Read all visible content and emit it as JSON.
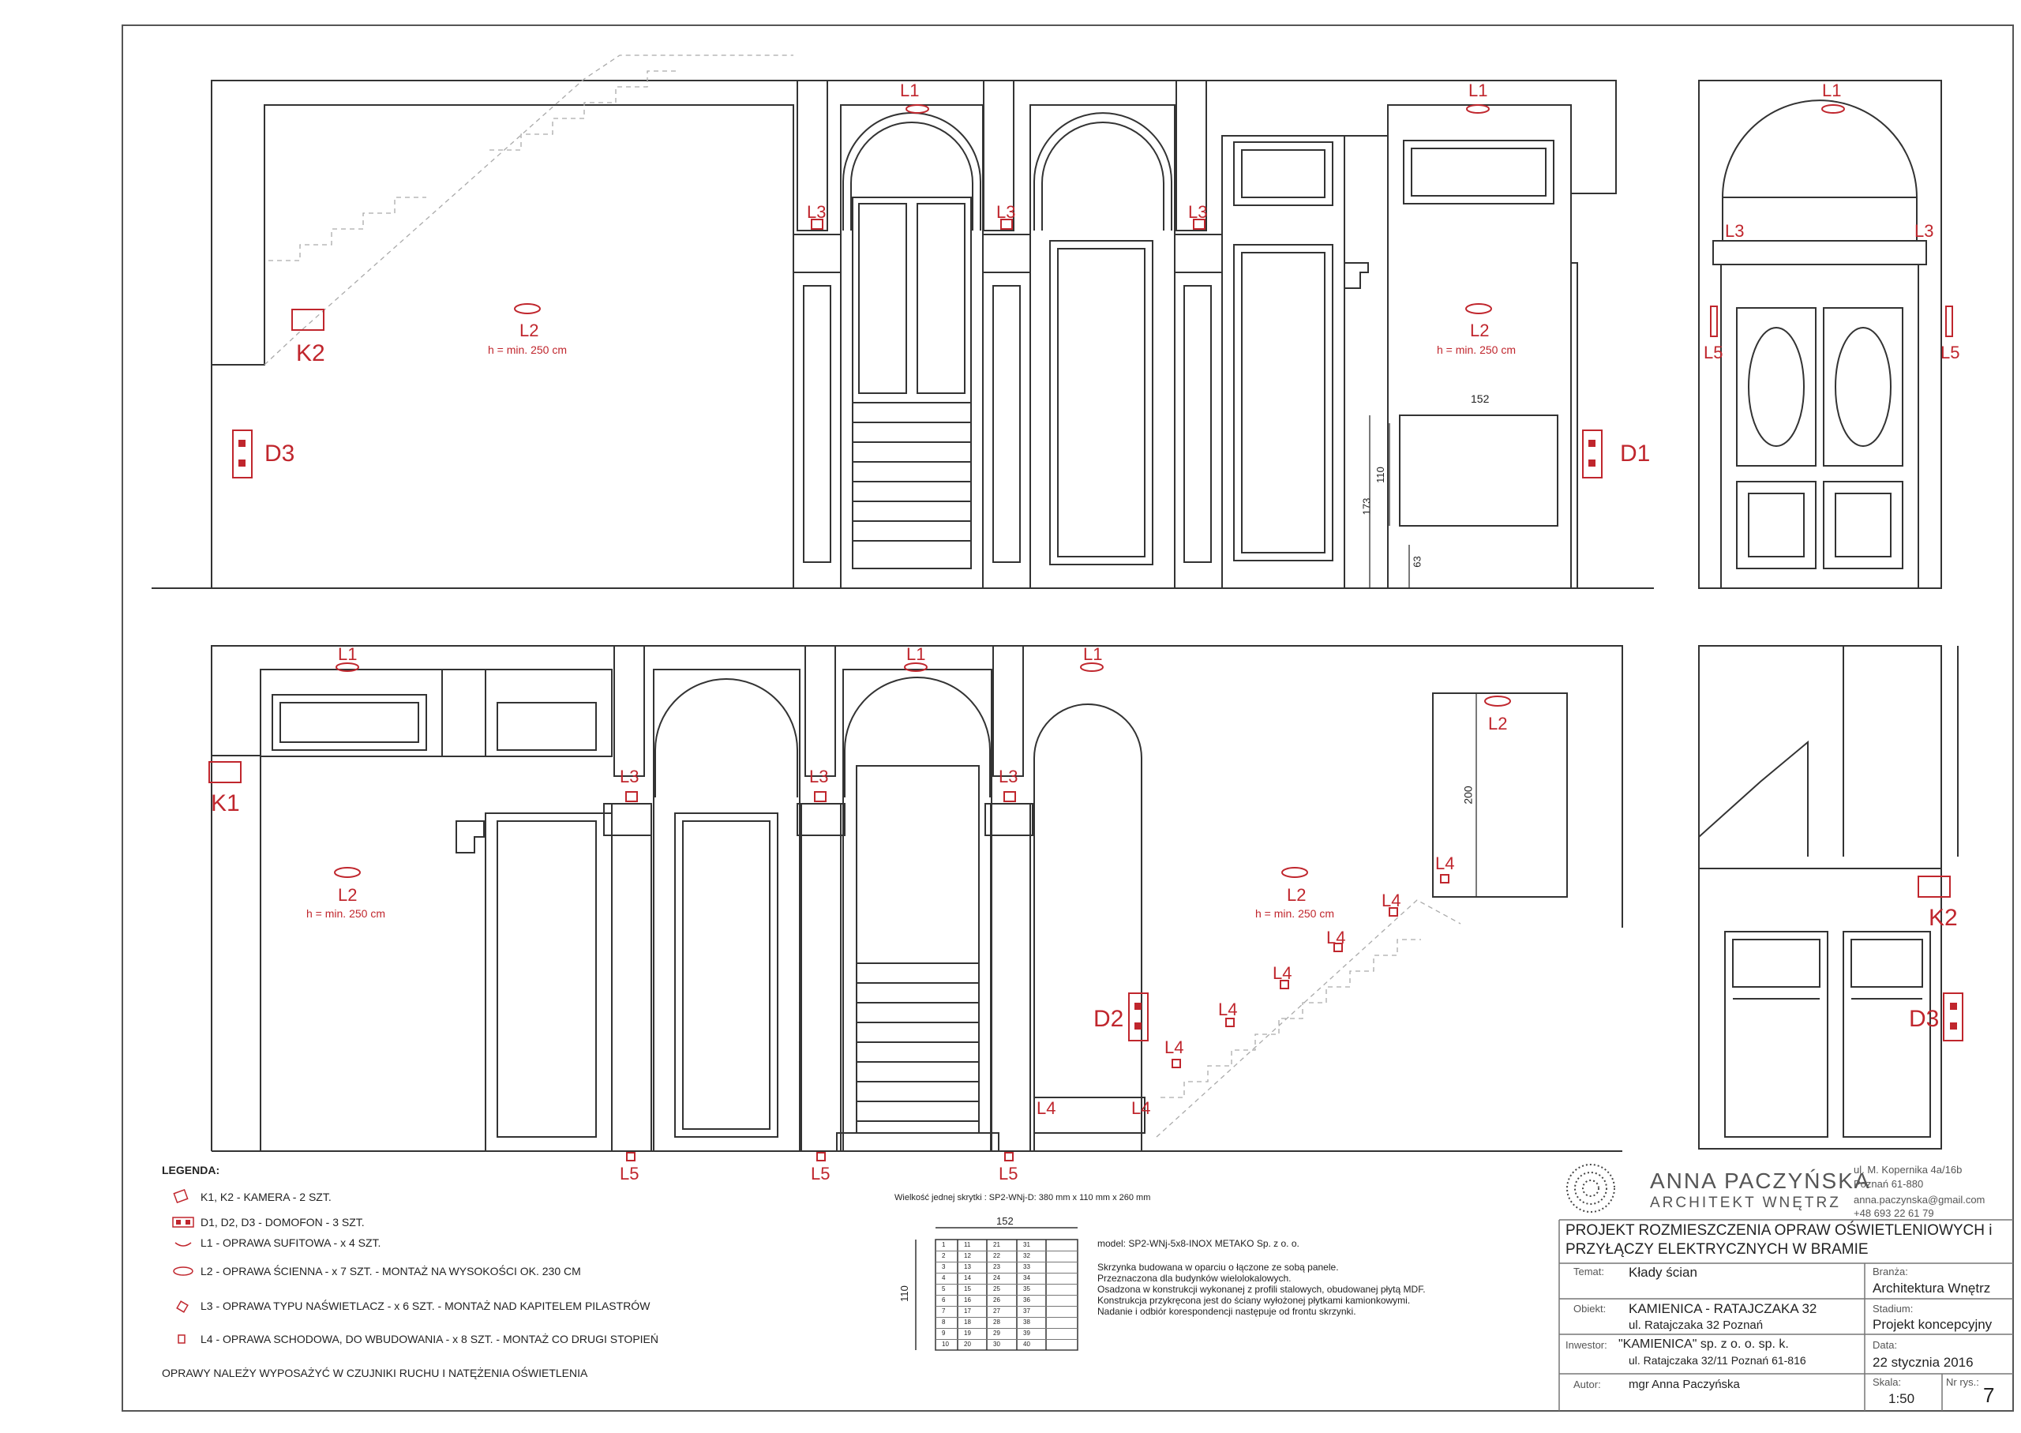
{
  "elevation_labels": {
    "L1": "L1",
    "L2": "L2",
    "L3": "L3",
    "L4": "L4",
    "L5": "L5",
    "K1": "K1",
    "K2": "K2",
    "D1": "D1",
    "D2": "D2",
    "D3": "D3",
    "height_note": "h = min. 250 cm"
  },
  "dimensions": {
    "mailbox_width": "152",
    "mailbox_height": "110",
    "mailbox_elev": "173",
    "mailbox_base": "63",
    "mirror_height": "200"
  },
  "legend": {
    "title": "LEGENDA:",
    "items": [
      "K1, K2 - KAMERA - 2 SZT.",
      "D1, D2, D3 - DOMOFON - 3 SZT.",
      "L1 - OPRAWA SUFITOWA - x 4 SZT.",
      "L2 - OPRAWA ŚCIENNA - x 7 SZT. - MONTAŻ NA WYSOKOŚCI OK. 230 CM",
      "L3 - OPRAWA TYPU NAŚWIETLACZ - x 6 SZT. - MONTAŻ NAD KAPITELEM PILASTRÓW",
      "L4 - OPRAWA SCHODOWA, DO WBUDOWANIA - x 8 SZT. - MONTAŻ CO DRUGI STOPIEŃ"
    ],
    "footer": "OPRAWY NALEŻY WYPOSAŻYĆ W CZUJNIKI RUCHU I NATĘŻENIA OŚWIETLENIA"
  },
  "mailbox_note": {
    "size": "Wielkość jednej skrytki : SP2-WNj-D: 380 mm x 110 mm x 260 mm",
    "width": "152",
    "height": "110",
    "lines": [
      "model: SP2-WNj-5x8-INOX METAKO Sp. z o. o.",
      "",
      "Skrzynka budowana w oparciu o łączone ze sobą panele.",
      "Przeznaczona dla budynków wielolokalowych.",
      "Osadzona w konstrukcji wykonanej z profili stalowych, obudowanej płytą MDF.",
      "Konstrukcja przykręcona jest do ściany wyłożonej płytkami kamionkowymi.",
      "Nadanie i odbiór korespondencji następuje od frontu skrzynki."
    ],
    "rows": [
      [
        "1",
        "11",
        "21",
        "31"
      ],
      [
        "2",
        "12",
        "22",
        "32"
      ],
      [
        "3",
        "13",
        "23",
        "33"
      ],
      [
        "4",
        "14",
        "24",
        "34"
      ],
      [
        "5",
        "15",
        "25",
        "35"
      ],
      [
        "6",
        "16",
        "26",
        "36"
      ],
      [
        "7",
        "17",
        "27",
        "37"
      ],
      [
        "8",
        "18",
        "28",
        "38"
      ],
      [
        "9",
        "19",
        "29",
        "39"
      ],
      [
        "10",
        "20",
        "30",
        "40"
      ]
    ]
  },
  "title_block": {
    "brand_name": "ANNA PACZYŃSKA",
    "brand_sub": "ARCHITEKT WNĘTRZ",
    "address1": "ul. M. Kopernika 4a/16b",
    "address2": "Poznań 61-880",
    "email": "anna.paczynska@gmail.com",
    "phone": "+48 693 22 61 79",
    "project_title_1": "PROJEKT ROZMIESZCZENIA OPRAW OŚWIETLENIOWYCH i",
    "project_title_2": "PRZYŁĄCZY ELEKTRYCZNYCH W BRAMIE",
    "temat_label": "Temat:",
    "temat_value": "Kłady ścian",
    "obiekt_label": "Obiekt:",
    "obiekt_value_1": "KAMIENICA - RATAJCZAKA 32",
    "obiekt_value_2": "ul. Ratajczaka 32 Poznań",
    "inwestor_label": "Inwestor:",
    "inwestor_value_1": "\"KAMIENICA\" sp. z o. o. sp. k.",
    "inwestor_value_2": "ul. Ratajczaka 32/11 Poznań 61-816",
    "autor_label": "Autor:",
    "autor_value": "mgr Anna  Paczyńska",
    "branza_label": "Branża:",
    "branza_value": "Architektura Wnętrz",
    "stadium_label": "Stadium:",
    "stadium_value": "Projekt koncepcyjny",
    "data_label": "Data:",
    "data_value": "22 stycznia 2016",
    "skala_label": "Skala:",
    "skala_value": "1:50",
    "nr_label": "Nr rys.:",
    "nr_value": "7"
  },
  "colors": {
    "accent": "#c0262d",
    "line": "#333333",
    "light": "#9a9a9a"
  }
}
